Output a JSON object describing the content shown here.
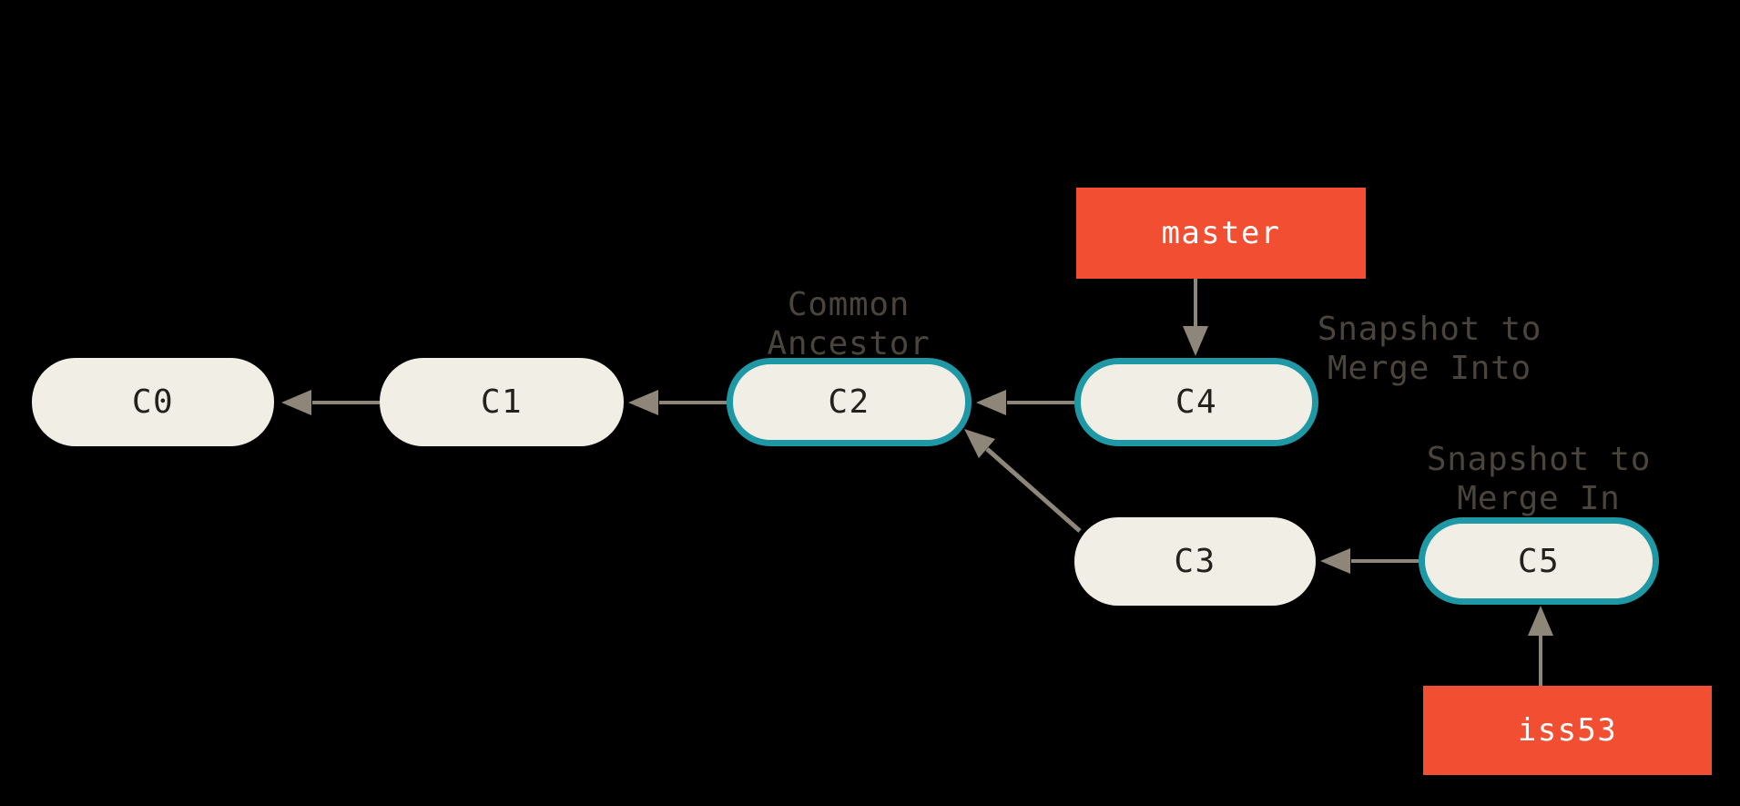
{
  "diagram": {
    "commits": {
      "c0": {
        "label": "C0"
      },
      "c1": {
        "label": "C1"
      },
      "c2": {
        "label": "C2",
        "highlighted": true
      },
      "c3": {
        "label": "C3"
      },
      "c4": {
        "label": "C4",
        "highlighted": true
      },
      "c5": {
        "label": "C5",
        "highlighted": true
      }
    },
    "branches": {
      "master": {
        "label": "master"
      },
      "iss53": {
        "label": "iss53"
      }
    },
    "annotations": {
      "common_ancestor": {
        "line1": "Common",
        "line2": "Ancestor"
      },
      "merge_into": {
        "line1": "Snapshot to",
        "line2": "Merge Into"
      },
      "merge_in": {
        "line1": "Snapshot to",
        "line2": "Merge In"
      }
    },
    "edges": [
      "C1 -> C0",
      "C2 -> C1",
      "C4 -> C2",
      "C3 -> C2",
      "C5 -> C3",
      "master -> C4",
      "iss53 -> C5"
    ],
    "colors": {
      "background": "#000000",
      "node_fill": "#F0EEE5",
      "highlight_border": "#1D98A4",
      "branch_fill": "#F14E32",
      "branch_text": "#FFFFFF",
      "arrow": "#8E8779",
      "annotation_text": "#4A443C",
      "commit_text": "#23211C"
    }
  }
}
